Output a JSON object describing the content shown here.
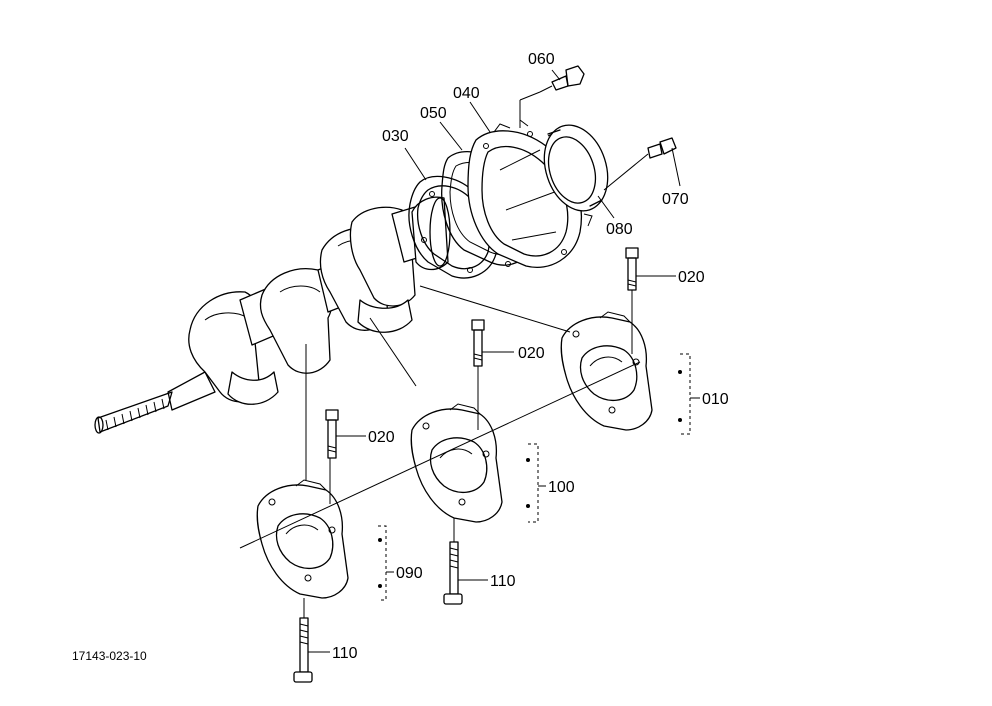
{
  "diagram": {
    "reference_code": "17143-023-10",
    "callouts": {
      "c010": "010",
      "c020a": "020",
      "c020b": "020",
      "c020c": "020",
      "c030": "030",
      "c040": "040",
      "c050": "050",
      "c060": "060",
      "c070": "070",
      "c080": "080",
      "c090": "090",
      "c100": "100",
      "c110a": "110",
      "c110b": "110"
    }
  }
}
